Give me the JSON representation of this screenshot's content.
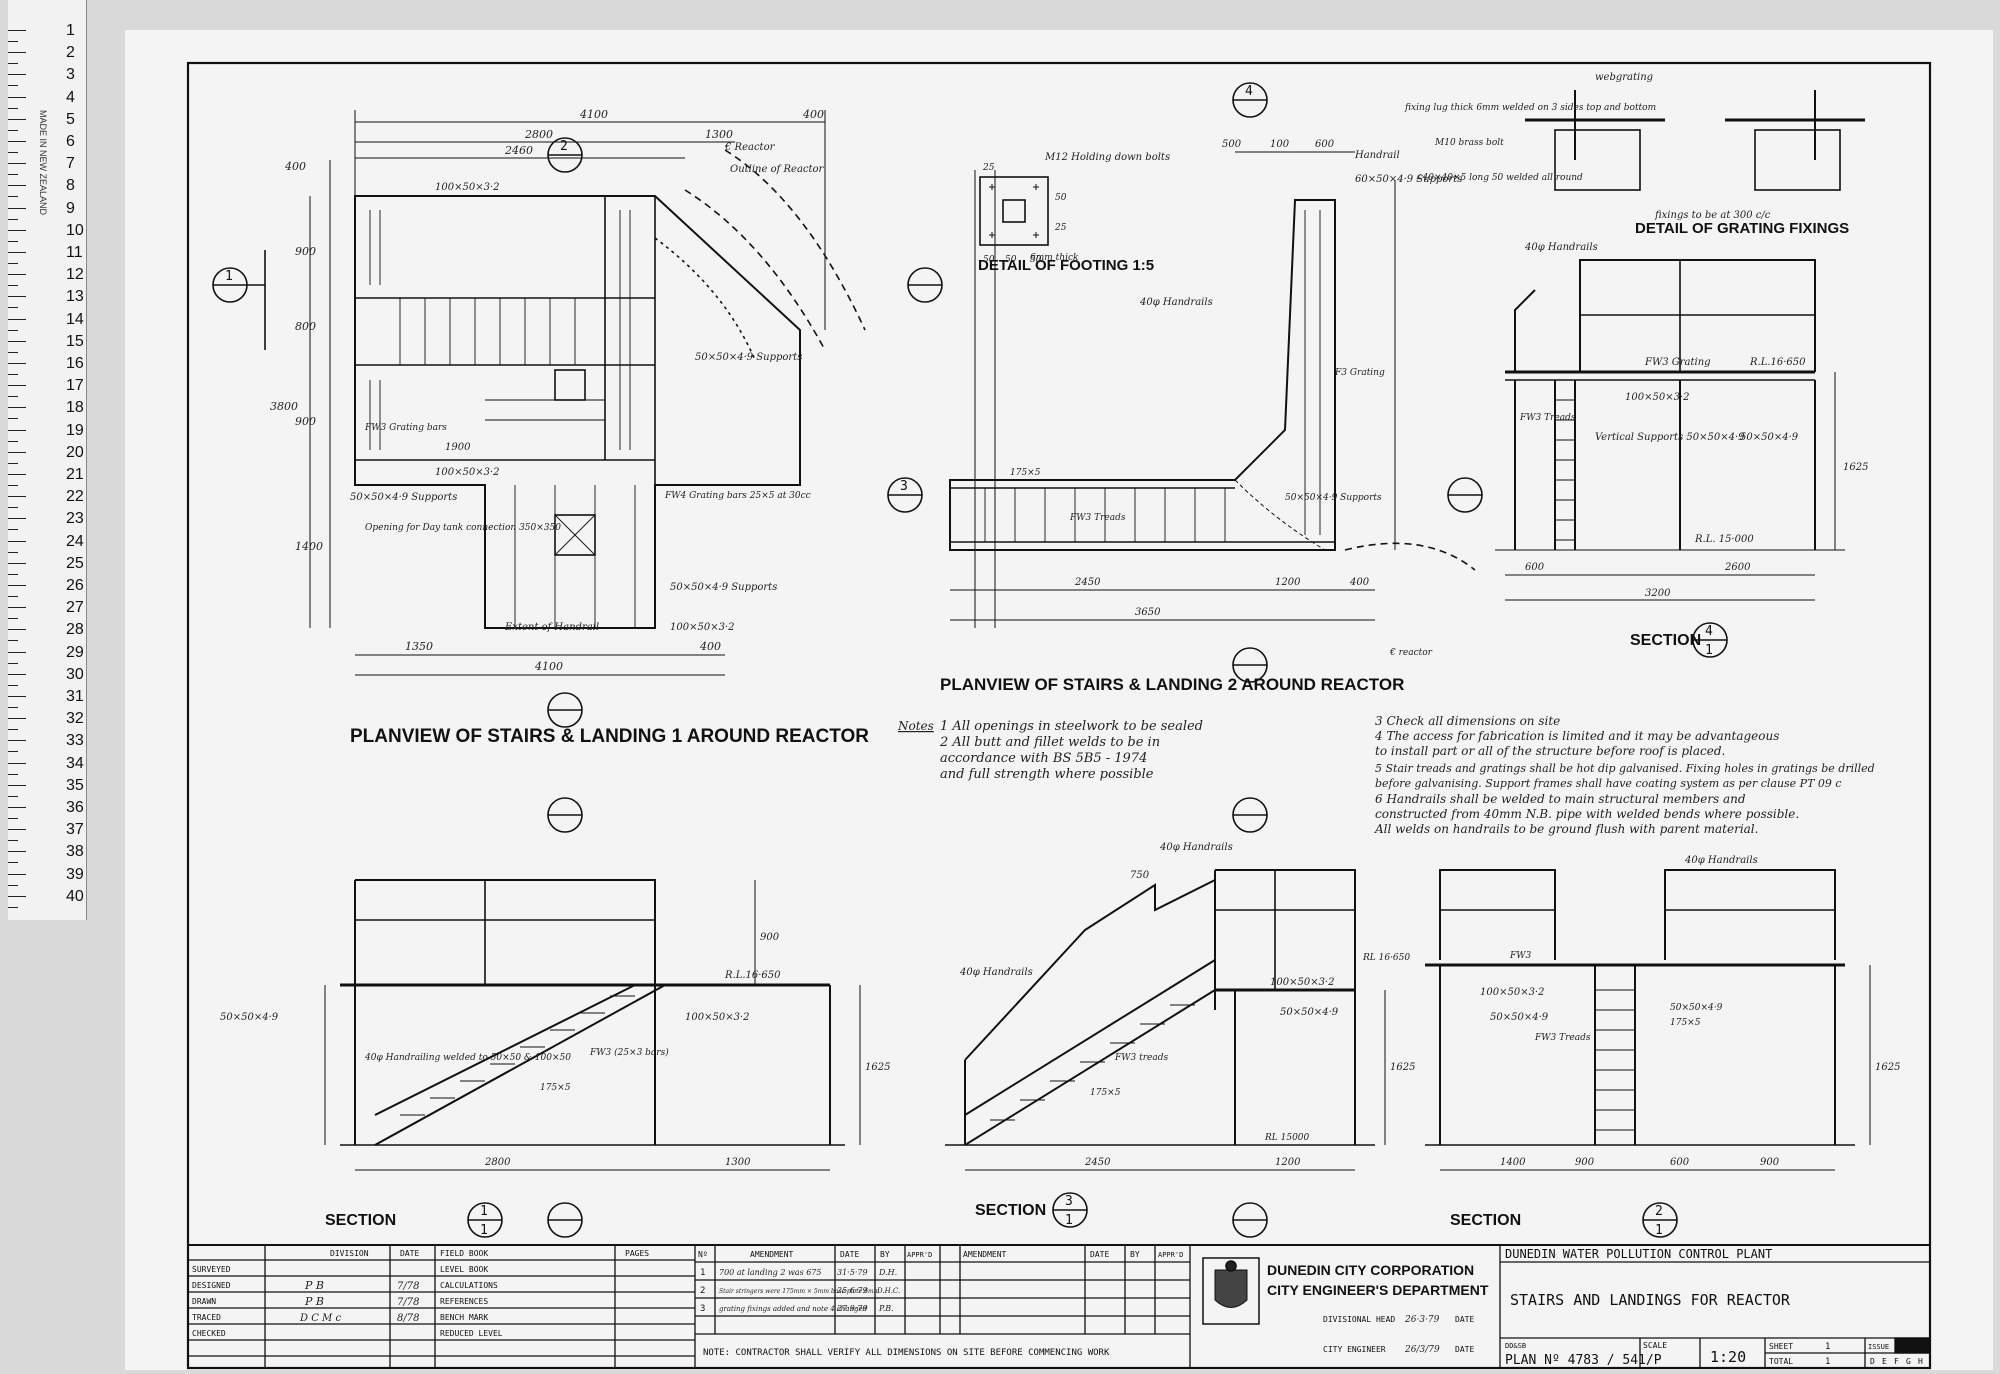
{
  "ruler": {
    "numbers": [
      "1",
      "2",
      "3",
      "4",
      "5",
      "6",
      "7",
      "8",
      "9",
      "10",
      "11",
      "12",
      "13",
      "14",
      "15",
      "16",
      "17",
      "18",
      "19",
      "20",
      "21",
      "22",
      "23",
      "24",
      "25",
      "26",
      "27",
      "28",
      "29",
      "30",
      "31",
      "32",
      "33",
      "34",
      "35",
      "36",
      "37",
      "38",
      "39",
      "40"
    ],
    "brand": "MADE IN NEW ZEALAND"
  },
  "views": {
    "plan1": {
      "title": "PLANVIEW OF STAIRS & LANDING 1 AROUND REACTOR",
      "dims_top": [
        "4100",
        "400",
        "2800",
        "1300",
        "2460"
      ],
      "dims_left": [
        "400",
        "900",
        "800",
        "3800",
        "900",
        "1400"
      ],
      "dims_bottom": [
        "1350",
        "400",
        "4100"
      ],
      "notes": [
        "100×50×3·2",
        "€ Reactor",
        "Outline of Reactor",
        "50×50×4·9 Supports",
        "FW4 Grating bars 25×5 at 30cc",
        "1900",
        "100×50×3·2",
        "50×50×4·9 Supports",
        "Opening for Day tank connection 350×350",
        "Extent of Handrail",
        "50×50×4·9 Supports",
        "100×50×3·2",
        "FW3 Grating bars"
      ],
      "section_marker": "2",
      "side_marker": "1"
    },
    "footing": {
      "title": "DETAIL OF FOOTING 1:5",
      "note": "M12 Holding down bolts",
      "dims": [
        "25",
        "50",
        "50",
        "50",
        "50",
        "25"
      ],
      "thick": "6mm thick"
    },
    "plan2": {
      "title": "PLANVIEW OF STAIRS & LANDING 2 AROUND REACTOR",
      "dims_top": [
        "500",
        "100",
        "600"
      ],
      "dims_bottom": [
        "2450",
        "1200",
        "400",
        "3650"
      ],
      "notes": [
        "Handrail",
        "60×50×4·9 Supports",
        "40φ Handrails",
        "F3 Grating",
        "FW3 Treads",
        "175×5",
        "50×50×4·9 Supports",
        "€ reactor"
      ],
      "side_marker": "3",
      "top_marker": "4"
    },
    "grating": {
      "title": "DETAIL OF GRATING FIXINGS",
      "notes": [
        "webgrating",
        "fixing lug thick 6mm welded on 3 sides top and bottom",
        "M10 brass bolt",
        "∠40×40×5 long 50 welded all round",
        "fixings to be at 300 c/c"
      ]
    },
    "sec4": {
      "title": "SECTION",
      "num": "4",
      "den": "1",
      "dims": [
        "600",
        "2600",
        "3200",
        "1625"
      ],
      "notes": [
        "40φ Handrails",
        "FW3 Grating",
        "R.L.16·650",
        "100×50×3·2",
        "Vertical Supports 50×50×4·9",
        "FW3 Treads",
        "50×50×4·9",
        "R.L. 15·000"
      ]
    },
    "sec1": {
      "title": "SECTION",
      "num": "1",
      "den": "1",
      "dims": [
        "2800",
        "1300",
        "900",
        "1625"
      ],
      "notes": [
        "R.L.16·650",
        "100×50×3·2",
        "40φ Handrailing welded to 50×50 & 100×50",
        "50×50×4·9",
        "FW3 (25×3 bars)",
        "175×5"
      ]
    },
    "sec3": {
      "title": "SECTION",
      "num": "3",
      "den": "1",
      "dims": [
        "2450",
        "1200",
        "750",
        "1625"
      ],
      "notes": [
        "40φ Handrails",
        "40φ Handrails",
        "100×50×3·2",
        "50×50×4·9",
        "FW3 treads",
        "175×5",
        "RL 15000",
        "RL 16·650"
      ]
    },
    "sec2": {
      "title": "SECTION",
      "num": "2",
      "den": "1",
      "dims": [
        "1400",
        "900",
        "600",
        "900",
        "1625"
      ],
      "notes": [
        "40φ Handrails",
        "FW3",
        "100×50×3·2",
        "50×50×4·9",
        "FW3 Treads",
        "50×50×4·9",
        "175×5"
      ]
    }
  },
  "notes": {
    "heading": "Notes",
    "left": [
      "1  All openings in steelwork to be sealed",
      "2  All butt and fillet welds to be in",
      "   accordance with BS 5B5 - 1974",
      "   and full strength where possible"
    ],
    "right": [
      "3  Check all dimensions on site",
      "4  The access for fabrication is limited and it may be advantageous",
      "   to install part or all of the structure before roof is placed.",
      "5  Stair treads and gratings shall be hot dip galvanised. Fixing holes in gratings be drilled",
      "   before galvanising. Support frames shall have coating system as per clause PT 09 c",
      "6  Handrails shall be welded to main structural members and",
      "   constructed from 40mm N.B. pipe with welded bends where possible.",
      "   All welds on handrails to be ground flush with parent material."
    ]
  },
  "title_block": {
    "rows": [
      "SURVEYED",
      "DESIGNED",
      "DRAWN",
      "TRACED",
      "CHECKED"
    ],
    "col_division": "DIVISION",
    "col_date": "DATE",
    "designed_div": "P B",
    "designed_date": "7/78",
    "drawn_div": "P B",
    "drawn_date": "7/78",
    "traced_div": "D C M c",
    "traced_date": "8/78",
    "field": [
      "FIELD BOOK",
      "LEVEL BOOK",
      "CALCULATIONS",
      "REFERENCES",
      "BENCH MARK",
      "REDUCED LEVEL"
    ],
    "pages": "PAGES",
    "amend_head": [
      "Nº",
      "AMENDMENT",
      "DATE",
      "BY",
      "APPR'D"
    ],
    "amendments": [
      {
        "no": "1",
        "text": "700 at landing 2 was 675",
        "date": "31·5·79",
        "by": "D.H."
      },
      {
        "no": "2",
        "text": "Stair stringers were 175mm × 5mm base plate 6mm",
        "date": "25·6·79",
        "by": "D.H.C."
      },
      {
        "no": "3",
        "text": "grating fixings added and note 4 changed",
        "date": "27·9·79",
        "by": "P.B."
      }
    ],
    "note": "NOTE: CONTRACTOR SHALL VERIFY ALL DIMENSIONS ON SITE BEFORE COMMENCING WORK",
    "org1": "DUNEDIN CITY CORPORATION",
    "org2": "CITY ENGINEER'S DEPARTMENT",
    "div_head": "DIVISIONAL HEAD",
    "div_date": "26·3·79",
    "city_eng": "CITY ENGINEER",
    "eng_date": "26/3/79",
    "date_lbl": "DATE",
    "project": "DUNEDIN WATER POLLUTION CONTROL PLANT",
    "drawing_title": "STAIRS AND LANDINGS FOR REACTOR",
    "dds": "DD&SB",
    "plan_no": "PLAN Nº 4783 / 541/P",
    "scale_lbl": "SCALE",
    "scale": "1:20",
    "sheet_lbl": "SHEET",
    "sheet": "1",
    "total_lbl": "TOTAL",
    "total": "1",
    "issue_lbl": "ISSUE",
    "issue_letters": [
      "D",
      "E",
      "F",
      "G",
      "H"
    ]
  }
}
